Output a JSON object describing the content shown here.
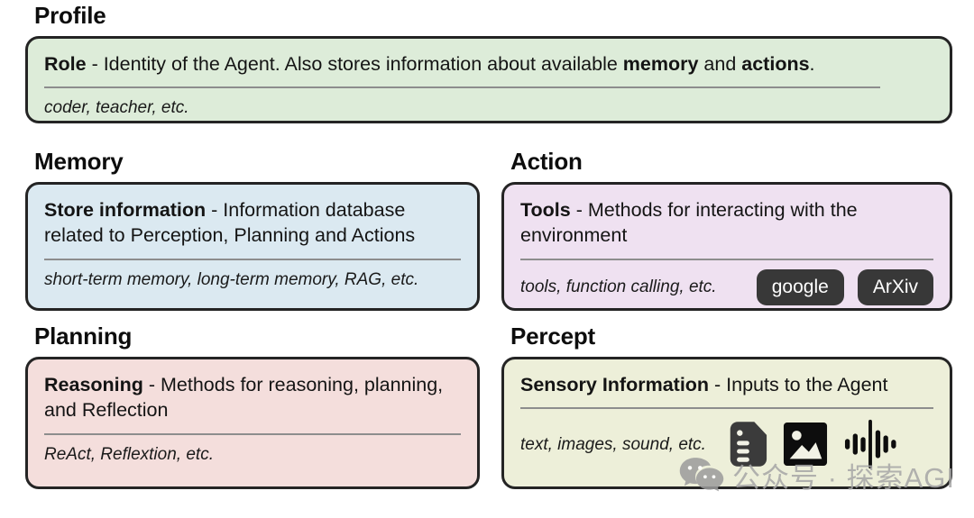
{
  "style": {
    "background": "#ffffff",
    "border_color": "#242424",
    "divider_color": "#8d8d8d",
    "pill_bg": "#383838",
    "pill_text": "#ffffff",
    "watermark_color": "#a6a6a6"
  },
  "sections": [
    {
      "id": "profile",
      "heading": "Profile",
      "color": "#ddecd9",
      "title_segments": [
        {
          "text": "Role",
          "bold": true
        },
        {
          "text": " - Identity of the Agent. Also stores information about available ",
          "bold": false
        },
        {
          "text": "memory",
          "bold": true
        },
        {
          "text": " and ",
          "bold": false
        },
        {
          "text": "actions",
          "bold": true
        },
        {
          "text": ".",
          "bold": false
        }
      ],
      "examples": "coder, teacher, etc."
    },
    {
      "id": "memory",
      "heading": "Memory",
      "color": "#dbe9f1",
      "title_segments": [
        {
          "text": "Store information",
          "bold": true
        },
        {
          "text": " - Information database related to Perception, Planning and Actions",
          "bold": false
        }
      ],
      "examples": "short-term memory, long-term memory, RAG, etc."
    },
    {
      "id": "action",
      "heading": "Action",
      "color": "#efe1f1",
      "title_segments": [
        {
          "text": "Tools",
          "bold": true
        },
        {
          "text": " - Methods for interacting with the environment",
          "bold": false
        }
      ],
      "examples": "tools, function calling, etc.",
      "pills": [
        "google",
        "ArXiv"
      ]
    },
    {
      "id": "planning",
      "heading": "Planning",
      "color": "#f4dedc",
      "title_segments": [
        {
          "text": "Reasoning",
          "bold": true
        },
        {
          "text": " - Methods for reasoning, planning, and Reflection",
          "bold": false
        }
      ],
      "examples": "ReAct, Reflextion, etc."
    },
    {
      "id": "percept",
      "heading": "Percept",
      "color": "#edefd9",
      "title_segments": [
        {
          "text": "Sensory Information",
          "bold": true
        },
        {
          "text": " - Inputs to the Agent",
          "bold": false
        }
      ],
      "examples": "text, images, sound, etc.",
      "icons": [
        "document-icon",
        "image-icon",
        "audio-waveform-icon"
      ]
    }
  ],
  "watermark": {
    "icon": "wechat-icon",
    "text": "公众号 · 探索AGI"
  }
}
